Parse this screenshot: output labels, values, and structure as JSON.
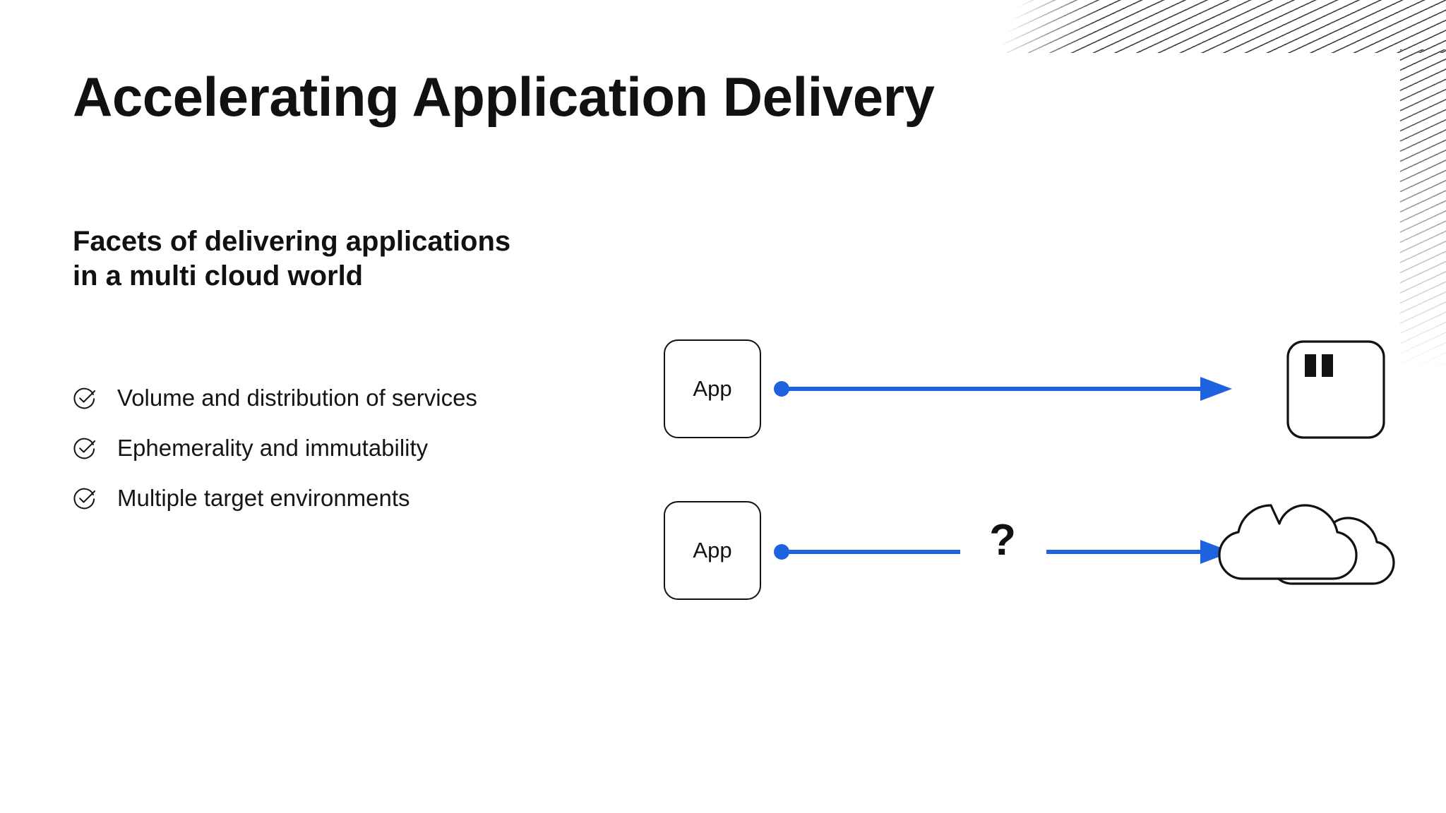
{
  "slide": {
    "title": "Accelerating Application Delivery",
    "subtitle_line1": "Facets of delivering applications",
    "subtitle_line2": "in a multi cloud world",
    "bullets": [
      {
        "icon": "check-circle-icon",
        "label": "Volume and distribution of services"
      },
      {
        "icon": "check-circle-icon",
        "label": "Ephemerality and immutability"
      },
      {
        "icon": "check-circle-icon",
        "label": "Multiple target environments"
      }
    ],
    "diagram": {
      "app_box_top_label": "App",
      "app_box_bottom_label": "App",
      "unknown_marker": "?",
      "target_top_icon": "datacenter-window-icon",
      "target_bottom_icon": "cloud-icon",
      "arrow_top_icon": "arrow-right-icon",
      "arrow_bottom_left_icon": "line-segment-icon",
      "arrow_bottom_right_icon": "arrow-right-icon"
    }
  },
  "colors": {
    "accent_blue": "#1f62e0",
    "ink": "#111111",
    "background": "#ffffff",
    "hatch": "#3a3f46"
  }
}
